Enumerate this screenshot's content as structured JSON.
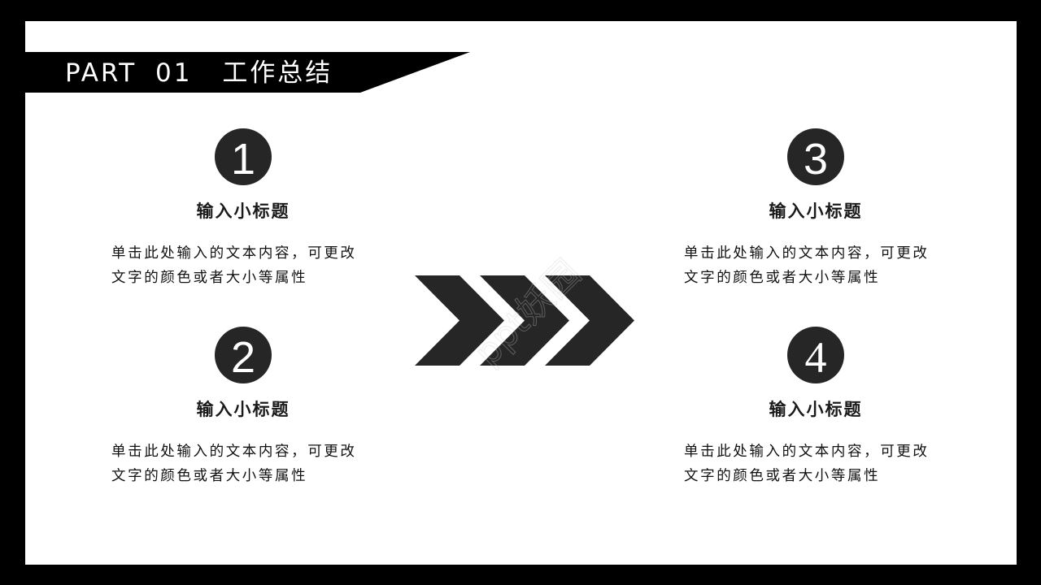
{
  "slide": {
    "header": {
      "part_label": "PART",
      "part_number": "01",
      "title": "工作总结"
    },
    "items": [
      {
        "number": "1",
        "subtitle": "输入小标题",
        "desc_line1": "单击此处输入的文本内容，可更改",
        "desc_line2": "文字的颜色或者大小等属性"
      },
      {
        "number": "2",
        "subtitle": "输入小标题",
        "desc_line1": "单击此处输入的文本内容，可更改",
        "desc_line2": "文字的颜色或者大小等属性"
      },
      {
        "number": "3",
        "subtitle": "输入小标题",
        "desc_line1": "单击此处输入的文本内容，可更改",
        "desc_line2": "文字的颜色或者大小等属性"
      },
      {
        "number": "4",
        "subtitle": "输入小标题",
        "desc_line1": "单击此处输入的文本内容，可更改",
        "desc_line2": "文字的颜色或者大小等属性"
      }
    ],
    "center_graphic": "triple-chevron-arrow-icon",
    "watermark": "ppt妖园",
    "colors": {
      "frame": "#000000",
      "canvas": "#ffffff",
      "banner": "#000000",
      "circle": "#262626",
      "chevron": "#262626",
      "text": "#111111"
    }
  }
}
